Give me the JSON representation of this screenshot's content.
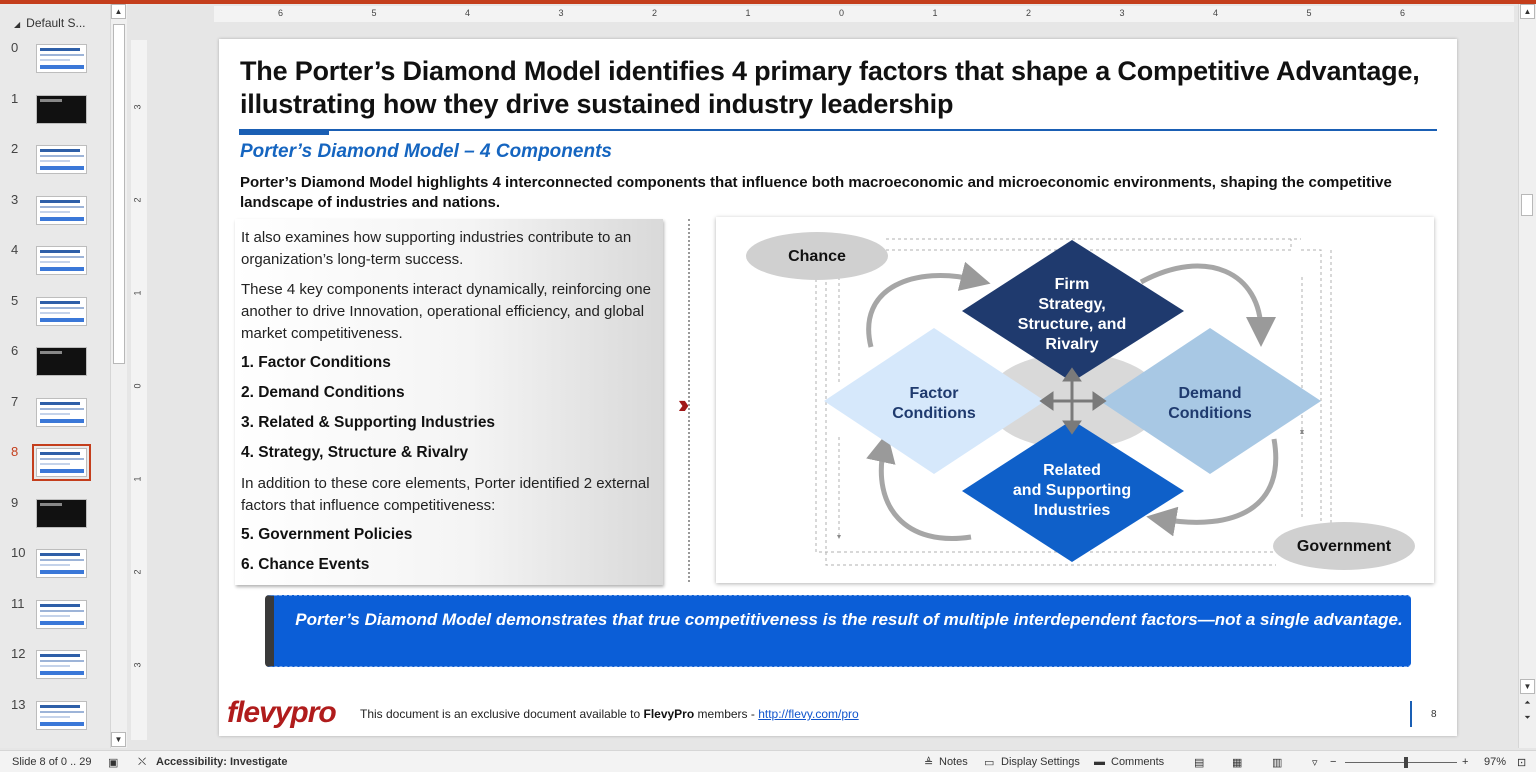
{
  "thumbnails": {
    "section_label": "Default S...",
    "items": [
      {
        "num": "0"
      },
      {
        "num": "1"
      },
      {
        "num": "2"
      },
      {
        "num": "3"
      },
      {
        "num": "4"
      },
      {
        "num": "5"
      },
      {
        "num": "6"
      },
      {
        "num": "7"
      },
      {
        "num": "8"
      },
      {
        "num": "9"
      },
      {
        "num": "10"
      },
      {
        "num": "11"
      },
      {
        "num": "12"
      },
      {
        "num": "13"
      }
    ],
    "selected": "8"
  },
  "ruler": {
    "h": [
      "6",
      "5",
      "4",
      "3",
      "2",
      "1",
      "0",
      "1",
      "2",
      "3",
      "4",
      "5",
      "6"
    ],
    "v": [
      "3",
      "2",
      "1",
      "0",
      "1",
      "2",
      "3"
    ]
  },
  "slide": {
    "title": "The Porter’s Diamond Model identifies 4 primary factors that shape a Competitive Advantage, illustrating how they drive sustained industry leadership",
    "subtitle": "Porter’s Diamond Model – 4 Components",
    "lead": "Porter’s Diamond Model highlights 4 interconnected components that influence both macroeconomic and microeconomic environments, shaping the competitive landscape of industries and nations.",
    "left": {
      "p1": "It also examines how supporting industries contribute to an organization’s long-term success.",
      "p2": "These 4 key components interact dynamically, reinforcing one another to drive Innovation, operational efficiency, and global market competitiveness.",
      "items": [
        "1.  Factor Conditions",
        "2.  Demand Conditions",
        "3.  Related & Supporting Industries",
        "4.  Strategy, Structure & Rivalry"
      ],
      "p3": "In addition to these core elements, Porter identified 2 external factors that influence competitiveness:",
      "items2": [
        "5.  Government Policies",
        "6.  Chance Events"
      ]
    },
    "diagram": {
      "chance": "Chance",
      "government": "Government",
      "firm": [
        "Firm",
        "Strategy,",
        "Structure, and",
        "Rivalry"
      ],
      "factor": [
        "Factor",
        "Conditions"
      ],
      "demand": [
        "Demand",
        "Conditions"
      ],
      "related": [
        "Related",
        "and Supporting",
        "Industries"
      ],
      "colors": {
        "firm": "#1f3a6e",
        "factor": "#d6e8fb",
        "demand": "#a8c8e4",
        "related": "#0f60c9"
      }
    },
    "banner": "Porter’s Diamond Model demonstrates that true competitiveness is the result of multiple interdependent factors—not a single advantage.",
    "footer": {
      "logo": "flevypro",
      "pre": "This document is an exclusive document available to ",
      "brand": "FlevyPro",
      "mid": " members - ",
      "link": "http://flevy.com/pro",
      "page": "8"
    }
  },
  "status": {
    "slide": "Slide 8 of 0 .. 29",
    "accessibility": "Accessibility: Investigate",
    "notes": "Notes",
    "display": "Display Settings",
    "comments": "Comments",
    "zoom": "97%"
  }
}
